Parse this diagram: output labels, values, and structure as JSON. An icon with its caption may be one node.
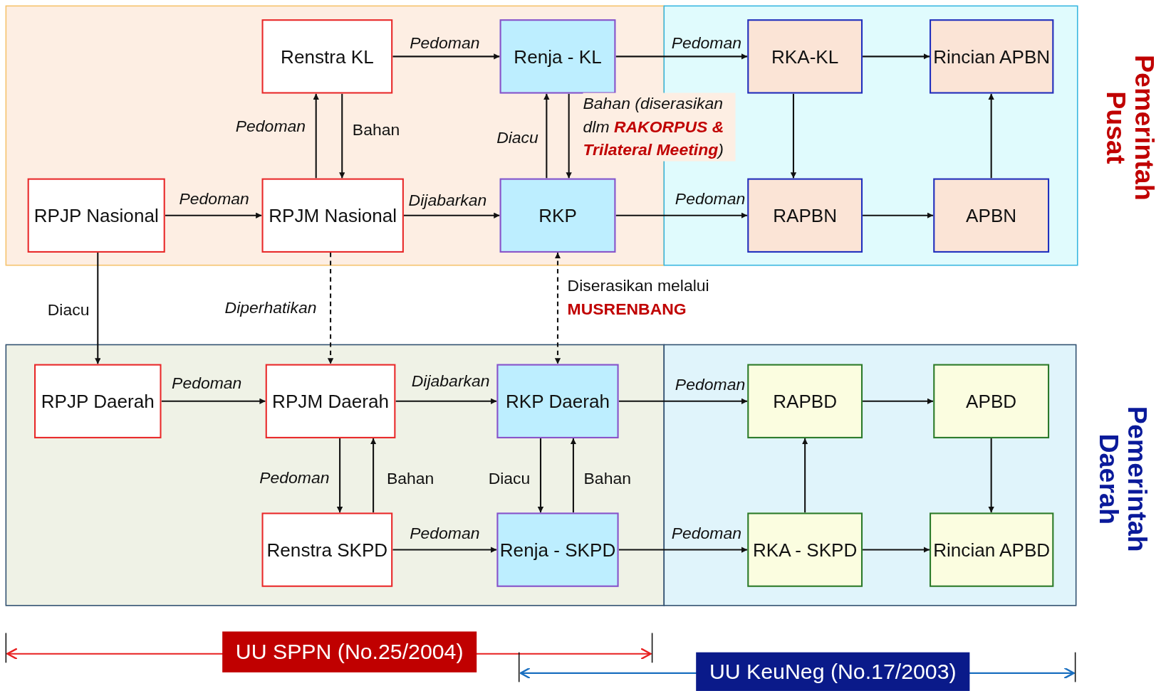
{
  "diagram": {
    "nodes": [
      {
        "text": [
          "Renstra KL"
        ]
      },
      {
        "text": [
          "Renja - KL"
        ]
      },
      {
        "text": [
          "RKA-KL"
        ]
      },
      {
        "text": [
          "Rincian APBN"
        ]
      },
      {
        "text": [
          "RPJP Nasional"
        ]
      },
      {
        "text": [
          "RPJM Nasional"
        ]
      },
      {
        "text": [
          "RKP"
        ]
      },
      {
        "text": [
          "RAPBN"
        ]
      },
      {
        "text": [
          "APBN"
        ]
      },
      {
        "text": [
          "RPJP Daerah"
        ]
      },
      {
        "text": [
          "RPJM Daerah"
        ]
      },
      {
        "text": [
          "RKP Daerah"
        ]
      },
      {
        "text": [
          "RAPBD"
        ]
      },
      {
        "text": [
          "APBD"
        ]
      },
      {
        "text": [
          "Renstra SKPD"
        ]
      },
      {
        "text": [
          "Renja - SKPD"
        ]
      },
      {
        "text": [
          "RKA - SKPD"
        ]
      },
      {
        "text": [
          "Rincian APBD"
        ]
      }
    ],
    "edges": [
      {
        "from": 0,
        "to": 1,
        "arrow": "to",
        "label": "Pedoman"
      },
      {
        "from": 1,
        "to": 2,
        "arrow": "to",
        "label": "Pedoman"
      },
      {
        "from": 2,
        "to": 3,
        "arrow": "to"
      },
      {
        "from": 2,
        "to": 7,
        "arrow": "to"
      },
      {
        "from": 8,
        "to": 3,
        "arrow": "to"
      },
      {
        "from": 5,
        "to": 0,
        "arrow": "to",
        "label": "Pedoman"
      },
      {
        "from": 0,
        "to": 5,
        "arrow": "to",
        "label": "Bahan"
      },
      {
        "from": 6,
        "to": 1,
        "arrow": "to",
        "label": "Diacu"
      },
      {
        "from": 1,
        "to": 6,
        "arrow": "to",
        "label": "Bahan (diserasikan dlm **RAKORPUS & Trilateral Meeting**)"
      },
      {
        "from": 4,
        "to": 5,
        "arrow": "to",
        "label": "Pedoman"
      },
      {
        "from": 5,
        "to": 6,
        "arrow": "to",
        "label": "Dijabarkan"
      },
      {
        "from": 6,
        "to": 7,
        "arrow": "to",
        "label": "Pedoman"
      },
      {
        "from": 7,
        "to": 8,
        "arrow": "to"
      },
      {
        "from": 4,
        "to": 9,
        "arrow": "to",
        "label": "Diacu"
      },
      {
        "from": 5,
        "to": 10,
        "arrow": "to",
        "label": "Diperhatikan",
        "style": "dashed"
      },
      {
        "from": 6,
        "to": 11,
        "arrow": "both",
        "label": "Diserasikan melalui **MUSRENBANG**",
        "style": "dashed"
      },
      {
        "from": 9,
        "to": 10,
        "arrow": "to",
        "label": "Pedoman"
      },
      {
        "from": 10,
        "to": 11,
        "arrow": "to",
        "label": "Dijabarkan"
      },
      {
        "from": 11,
        "to": 12,
        "arrow": "to",
        "label": "Pedoman"
      },
      {
        "from": 12,
        "to": 13,
        "arrow": "to"
      },
      {
        "from": 10,
        "to": 14,
        "arrow": "to",
        "label": "Pedoman"
      },
      {
        "from": 14,
        "to": 10,
        "arrow": "to",
        "label": "Bahan"
      },
      {
        "from": 11,
        "to": 15,
        "arrow": "to",
        "label": "Diacu"
      },
      {
        "from": 15,
        "to": 11,
        "arrow": "to",
        "label": "Bahan"
      },
      {
        "from": 14,
        "to": 15,
        "arrow": "to",
        "label": "Pedoman"
      },
      {
        "from": 15,
        "to": 16,
        "arrow": "to",
        "label": "Pedoman"
      },
      {
        "from": 16,
        "to": 12,
        "arrow": "to"
      },
      {
        "from": 13,
        "to": 17,
        "arrow": "to"
      },
      {
        "from": 16,
        "to": 17,
        "arrow": "to"
      }
    ],
    "labels": [
      "Pemerintah Pusat",
      "Pemerintah Daerah",
      "UU SPPN (No.25/2004)",
      "UU KeuNeg (No.17/2003)"
    ]
  }
}
